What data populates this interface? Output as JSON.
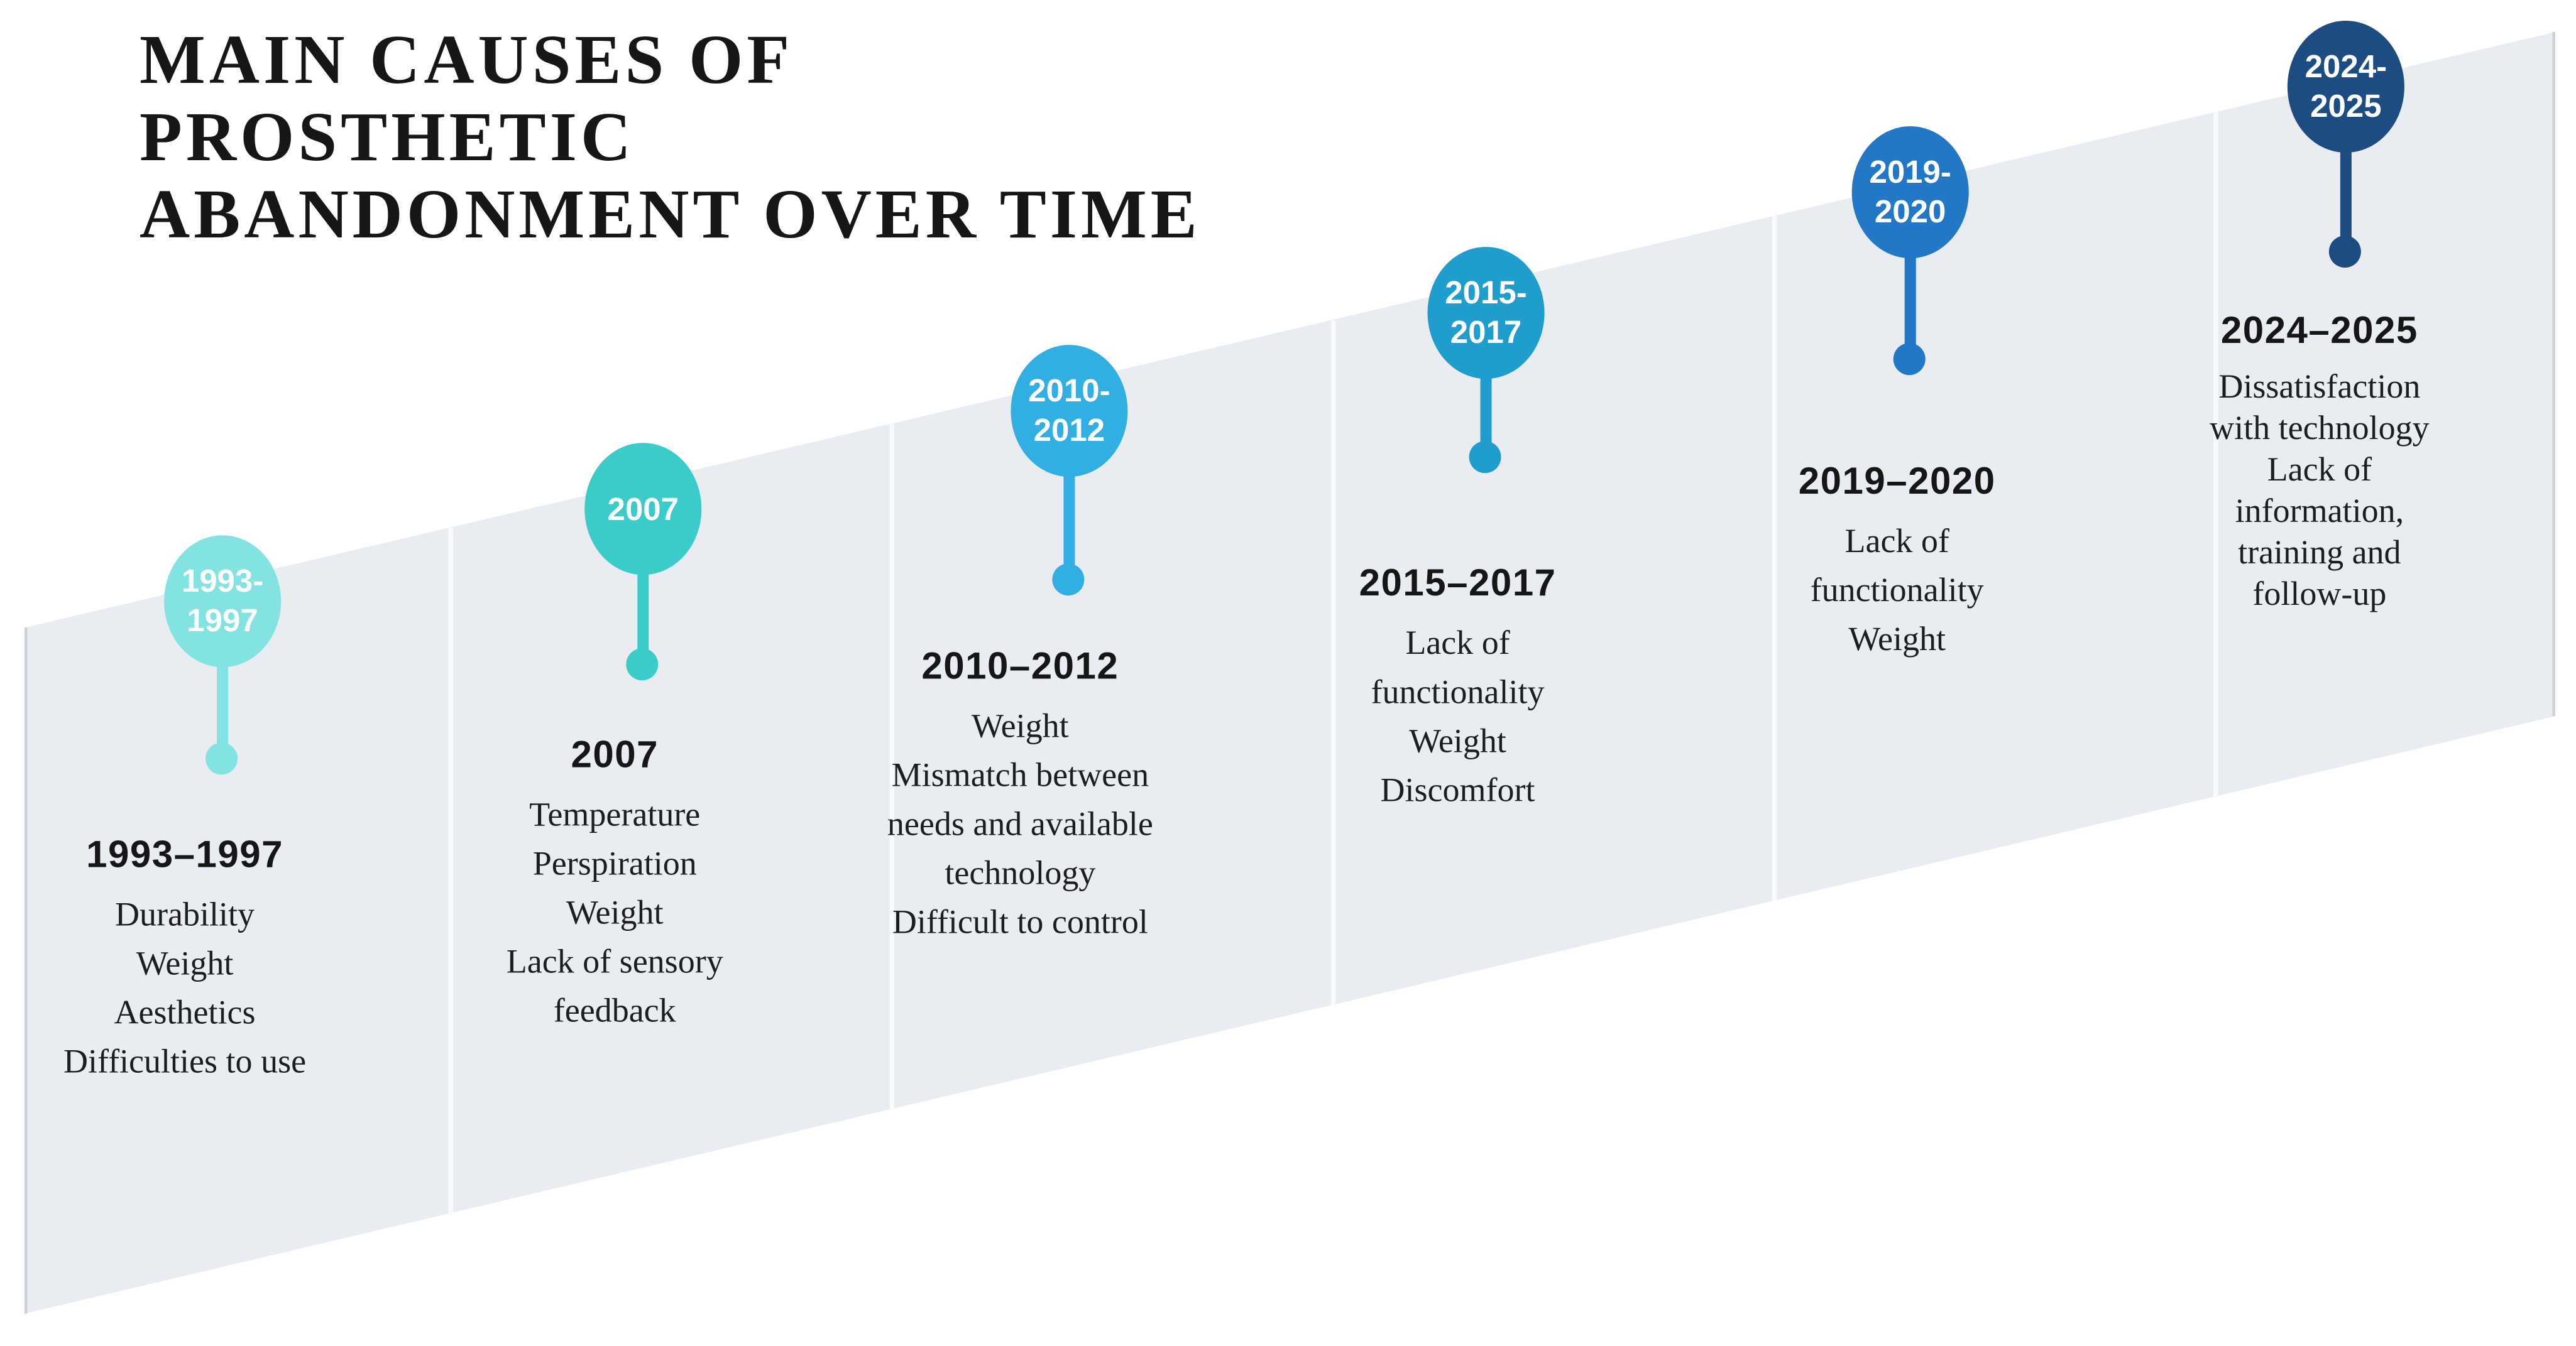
{
  "title": {
    "lines": [
      "MAIN CAUSES OF",
      "PROSTHETIC",
      "ABANDONMENT OVER TIME"
    ]
  },
  "colors": {
    "background": "#ffffff",
    "slab": "#E9EDF2",
    "divider": "#F8FAFC",
    "edge": "#CDD2D9",
    "title_text": "#161616",
    "heading_text": "#161616",
    "body_text": "#1d1d1f",
    "circle_label_text": "#ffffff"
  },
  "timeline": {
    "description": "Ascending staircase timeline with six period markers, light turquoise to dark navy",
    "nodes": [
      {
        "period": "1993-1997",
        "circle_lines": [
          "1993-",
          "1997"
        ],
        "heading": "1993–1997",
        "items": [
          "Durability",
          "Weight",
          "Aesthetics",
          "Difficulties to use"
        ],
        "color": "#82E3E0"
      },
      {
        "period": "2007",
        "circle_lines": [
          "2007"
        ],
        "heading": "2007",
        "items": [
          "Temperature",
          "Perspiration",
          "Weight",
          "Lack of sensory feedback"
        ],
        "color": "#3BCCCA"
      },
      {
        "period": "2010-2012",
        "circle_lines": [
          "2010-",
          "2012"
        ],
        "heading": "2010–2012",
        "items": [
          "Weight",
          "Mismatch between needs and available technology",
          "Difficult to control"
        ],
        "color": "#32AFE2"
      },
      {
        "period": "2015-2017",
        "circle_lines": [
          "2015-",
          "2017"
        ],
        "heading": "2015–2017",
        "items": [
          "Lack of functionality",
          "Weight",
          "Discomfort"
        ],
        "color": "#1F9DCC"
      },
      {
        "period": "2019-2020",
        "circle_lines": [
          "2019-",
          "2020"
        ],
        "heading": "2019–2020",
        "items": [
          "Lack of functionality",
          "Weight"
        ],
        "color": "#2277C6"
      },
      {
        "period": "2024-2025",
        "circle_lines": [
          "2024-",
          "2025"
        ],
        "heading": "2024–2025",
        "items": [
          "Dissatisfaction with technology",
          "Lack of information, training and follow-up"
        ],
        "color": "#1C4C82"
      }
    ]
  }
}
